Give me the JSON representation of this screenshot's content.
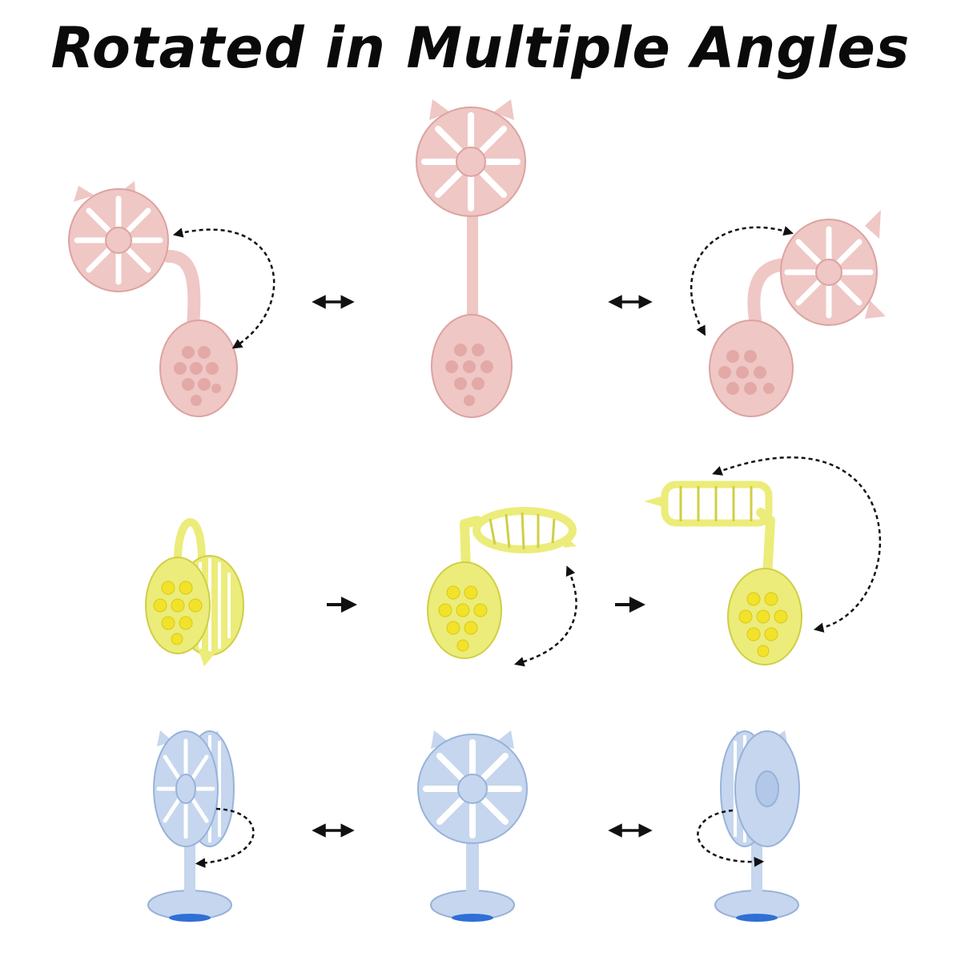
{
  "title": "Rotated in Multiple Angles",
  "colors": {
    "pink": "#efc7c5",
    "pink_dark": "#dba3a1",
    "yellow": "#ecec7a",
    "yellow_dark": "#cfcf45",
    "yellow_pad": "#f2e22a",
    "blue": "#c5d6ee",
    "blue_dark": "#98b2d8",
    "blue_sucker": "#2f6fd6",
    "arrow": "#111111"
  },
  "rows": [
    {
      "color": "pink",
      "mount": "suction-pad",
      "transitions": [
        "double-arrow",
        "double-arrow"
      ]
    },
    {
      "color": "yellow",
      "mount": "suction-pad",
      "transitions": [
        "right-arrow",
        "right-arrow"
      ]
    },
    {
      "color": "blue",
      "mount": "desk-stand",
      "transitions": [
        "double-arrow",
        "double-arrow"
      ]
    }
  ]
}
